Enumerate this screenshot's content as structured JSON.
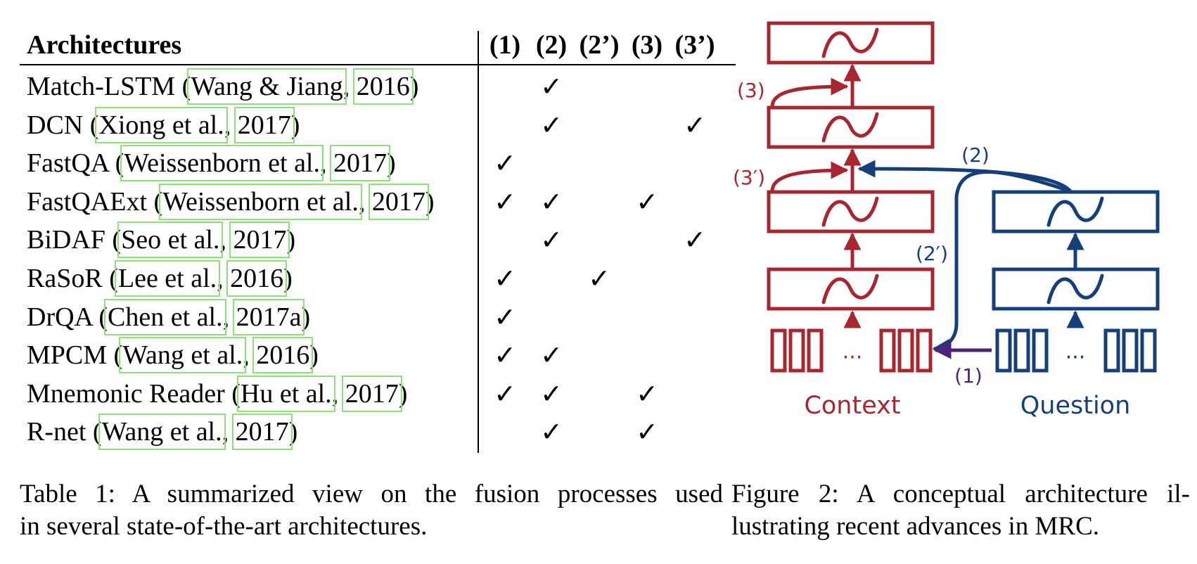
{
  "table": {
    "header": {
      "architectures": "Architectures",
      "columns": [
        "(1)",
        "(2)",
        "(2’)",
        "(3)",
        "(3’)"
      ]
    },
    "check_symbol": "✓",
    "rows": [
      {
        "name": "Match-LSTM (",
        "cite_author": "Wang & Jiang",
        "sep": ", ",
        "cite_year": "2016",
        "close": ")",
        "marks": [
          false,
          true,
          false,
          false,
          false
        ]
      },
      {
        "name": "DCN (",
        "cite_author": "Xiong et al.",
        "sep": ", ",
        "cite_year": "2017",
        "close": ")",
        "marks": [
          false,
          true,
          false,
          false,
          true
        ]
      },
      {
        "name": "FastQA (",
        "cite_author": "Weissenborn et al.",
        "sep": ", ",
        "cite_year": "2017",
        "close": ")",
        "marks": [
          true,
          false,
          false,
          false,
          false
        ]
      },
      {
        "name": "FastQAExt (",
        "cite_author": "Weissenborn et al.",
        "sep": ", ",
        "cite_year": "2017",
        "close": ")",
        "marks": [
          true,
          true,
          false,
          true,
          false
        ]
      },
      {
        "name": "BiDAF (",
        "cite_author": "Seo et al.",
        "sep": ", ",
        "cite_year": "2017",
        "close": ")",
        "marks": [
          false,
          true,
          false,
          false,
          true
        ]
      },
      {
        "name": "RaSoR (",
        "cite_author": "Lee et al.",
        "sep": ", ",
        "cite_year": "2016",
        "close": ")",
        "marks": [
          true,
          false,
          true,
          false,
          false
        ]
      },
      {
        "name": "DrQA (",
        "cite_author": "Chen et al.",
        "sep": ", ",
        "cite_year": "2017a",
        "close": ")",
        "marks": [
          true,
          false,
          false,
          false,
          false
        ]
      },
      {
        "name": "MPCM (",
        "cite_author": "Wang et al.",
        "sep": ", ",
        "cite_year": "2016",
        "close": ")",
        "marks": [
          true,
          true,
          false,
          false,
          false
        ]
      },
      {
        "name": "Mnemonic Reader (",
        "cite_author": "Hu et al.",
        "sep": ", ",
        "cite_year": "2017",
        "close": ")",
        "marks": [
          true,
          true,
          false,
          true,
          false
        ]
      },
      {
        "name": "R-net (",
        "cite_author": "Wang et al.",
        "sep": ", ",
        "cite_year": "2017",
        "close": ")",
        "marks": [
          false,
          true,
          false,
          true,
          false
        ]
      }
    ]
  },
  "figure": {
    "colors": {
      "context": "#a8262f",
      "question": "#153f7a",
      "fusion1": "#4b2378",
      "cite_box": "#8fe07a"
    },
    "labels": {
      "context": "Context",
      "question": "Question",
      "ellipsis": "···",
      "fusion_1": "(1)",
      "fusion_2": "(2)",
      "fusion_2p": "(2′)",
      "fusion_3": "(3)",
      "fusion_3p": "(3′)"
    },
    "icons": {
      "layer": "tilde-icon",
      "token": "token-box-icon"
    }
  },
  "captions": {
    "table_line1": "Table 1: A summarized view on the fusion processes used",
    "table_line2": "in several state-of-the-art architectures.",
    "figure_line1": "Figure 2: A conceptual architecture il-",
    "figure_line2": "lustrating recent advances in MRC."
  }
}
